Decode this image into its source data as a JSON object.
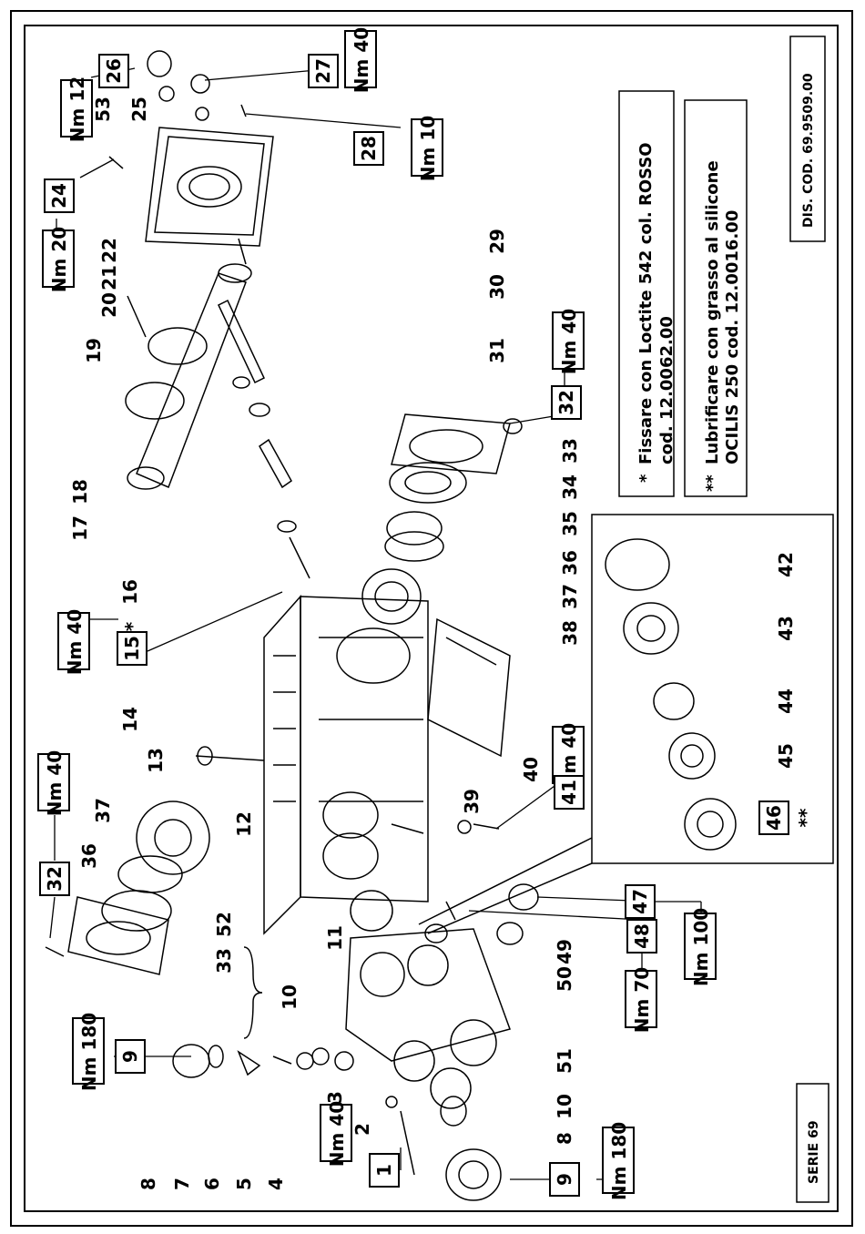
{
  "drawing": {
    "series": "SERIE 69",
    "code": "DIS. COD. 69.9509.00"
  },
  "notes": {
    "note1_mark": "*",
    "note1_line1": "Fissare con Loctite 542 col. ROSSO",
    "note1_line2": "cod. 12.0062.00",
    "note2_mark": "**",
    "note2_line1": "Lubrificare con grasso al silicone",
    "note2_line2": "OCILIS 250 cod. 12.0016.00"
  },
  "torques": {
    "nm12": "Nm 12",
    "nm40_27": "Nm 40",
    "nm10": "Nm 10",
    "nm20": "Nm 20",
    "nm40_32": "Nm 40",
    "nm40_15": "Nm 40",
    "nm40_left32": "Nm 40",
    "nm40_41": "Nm 40",
    "nm100": "Nm 100",
    "nm70": "Nm 70",
    "nm180_top": "Nm 180",
    "nm180_bottom": "Nm 180",
    "nm40_1": "Nm 40"
  },
  "boxed": {
    "b26": "26",
    "b27": "27",
    "b28": "28",
    "b24": "24",
    "b32r": "32",
    "b15": "15",
    "b32l": "32",
    "b41": "41",
    "b47": "47",
    "b48": "48",
    "b9t": "9",
    "b9b": "9",
    "b1": "1",
    "b46": "46"
  },
  "suffix": {
    "s15": "*",
    "s46": "**"
  },
  "parts": {
    "p53": "53",
    "p25": "25",
    "p22": "22",
    "p21": "21",
    "p20": "20",
    "p19": "19",
    "p29": "29",
    "p30": "30",
    "p31": "31",
    "p18": "18",
    "p17": "17",
    "p33r": "33",
    "p34": "34",
    "p35": "35",
    "p36r": "36",
    "p37r": "37",
    "p38": "38",
    "p16": "16",
    "p14": "14",
    "p13": "13",
    "p12": "12",
    "p39": "39",
    "p40": "40",
    "p11": "11",
    "p37l": "37",
    "p36l": "36",
    "p52": "52",
    "p33l": "33",
    "p42": "42",
    "p43": "43",
    "p44": "44",
    "p45": "45",
    "p49": "49",
    "p50": "50",
    "p51": "51",
    "p10top": "10",
    "p10b": "10",
    "p8b": "8",
    "p8": "8",
    "p7": "7",
    "p6": "6",
    "p5": "5",
    "p4": "4",
    "p3": "3",
    "p2": "2"
  }
}
